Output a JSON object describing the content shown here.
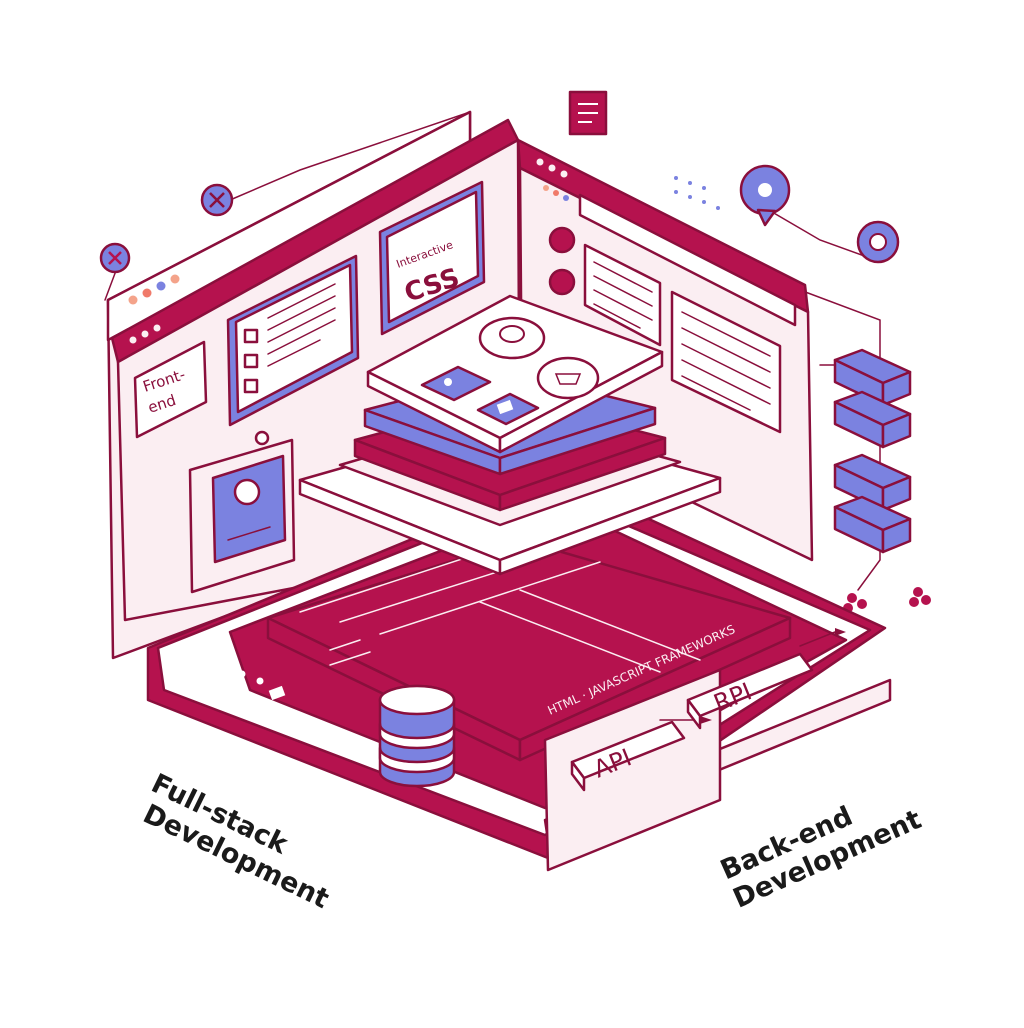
{
  "labels": {
    "frontend_line1": "Front-",
    "frontend_line2": "end",
    "css_small": "Interactive",
    "css_big": "CSS",
    "api": "API",
    "rpi": "RPI",
    "frameworks": "HTML · JAVASCRIPT FRAMEWORKS",
    "fullstack_line1": "Full-stack",
    "fullstack_line2": "Development",
    "backend_line1": "Back-end",
    "backend_line2": "Development"
  },
  "colors": {
    "crimson": "#b5124e",
    "pink_panel": "#fbeef2",
    "lavender": "#7b82e0",
    "outline": "#8a0f3c",
    "ink": "#1a1a1a"
  },
  "icons": [
    "close-icon",
    "bug-icon",
    "chat-icon",
    "gear-icon",
    "document-icon",
    "database-icon",
    "server-icon",
    "facebook-icon",
    "google-icon"
  ]
}
